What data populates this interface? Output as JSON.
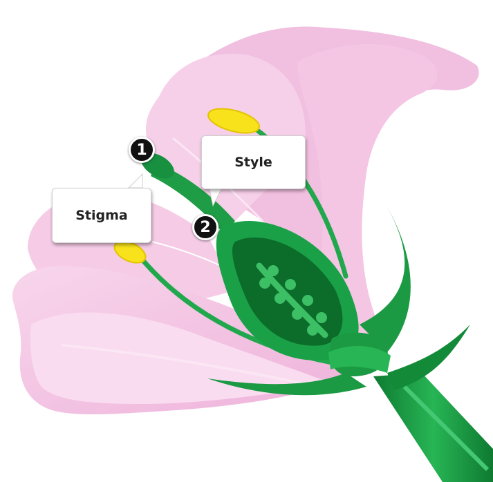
{
  "labels": [
    {
      "number": "1",
      "text": "Stigma"
    },
    {
      "number": "2",
      "text": "Style"
    }
  ],
  "colors": {
    "petal": "#f3c4e2",
    "petal_shadow": "#e7a3cf",
    "stem": "#1b9a43",
    "stem_dark": "#0c6d2b",
    "anther": "#f7e21b",
    "badge": "#111111"
  }
}
